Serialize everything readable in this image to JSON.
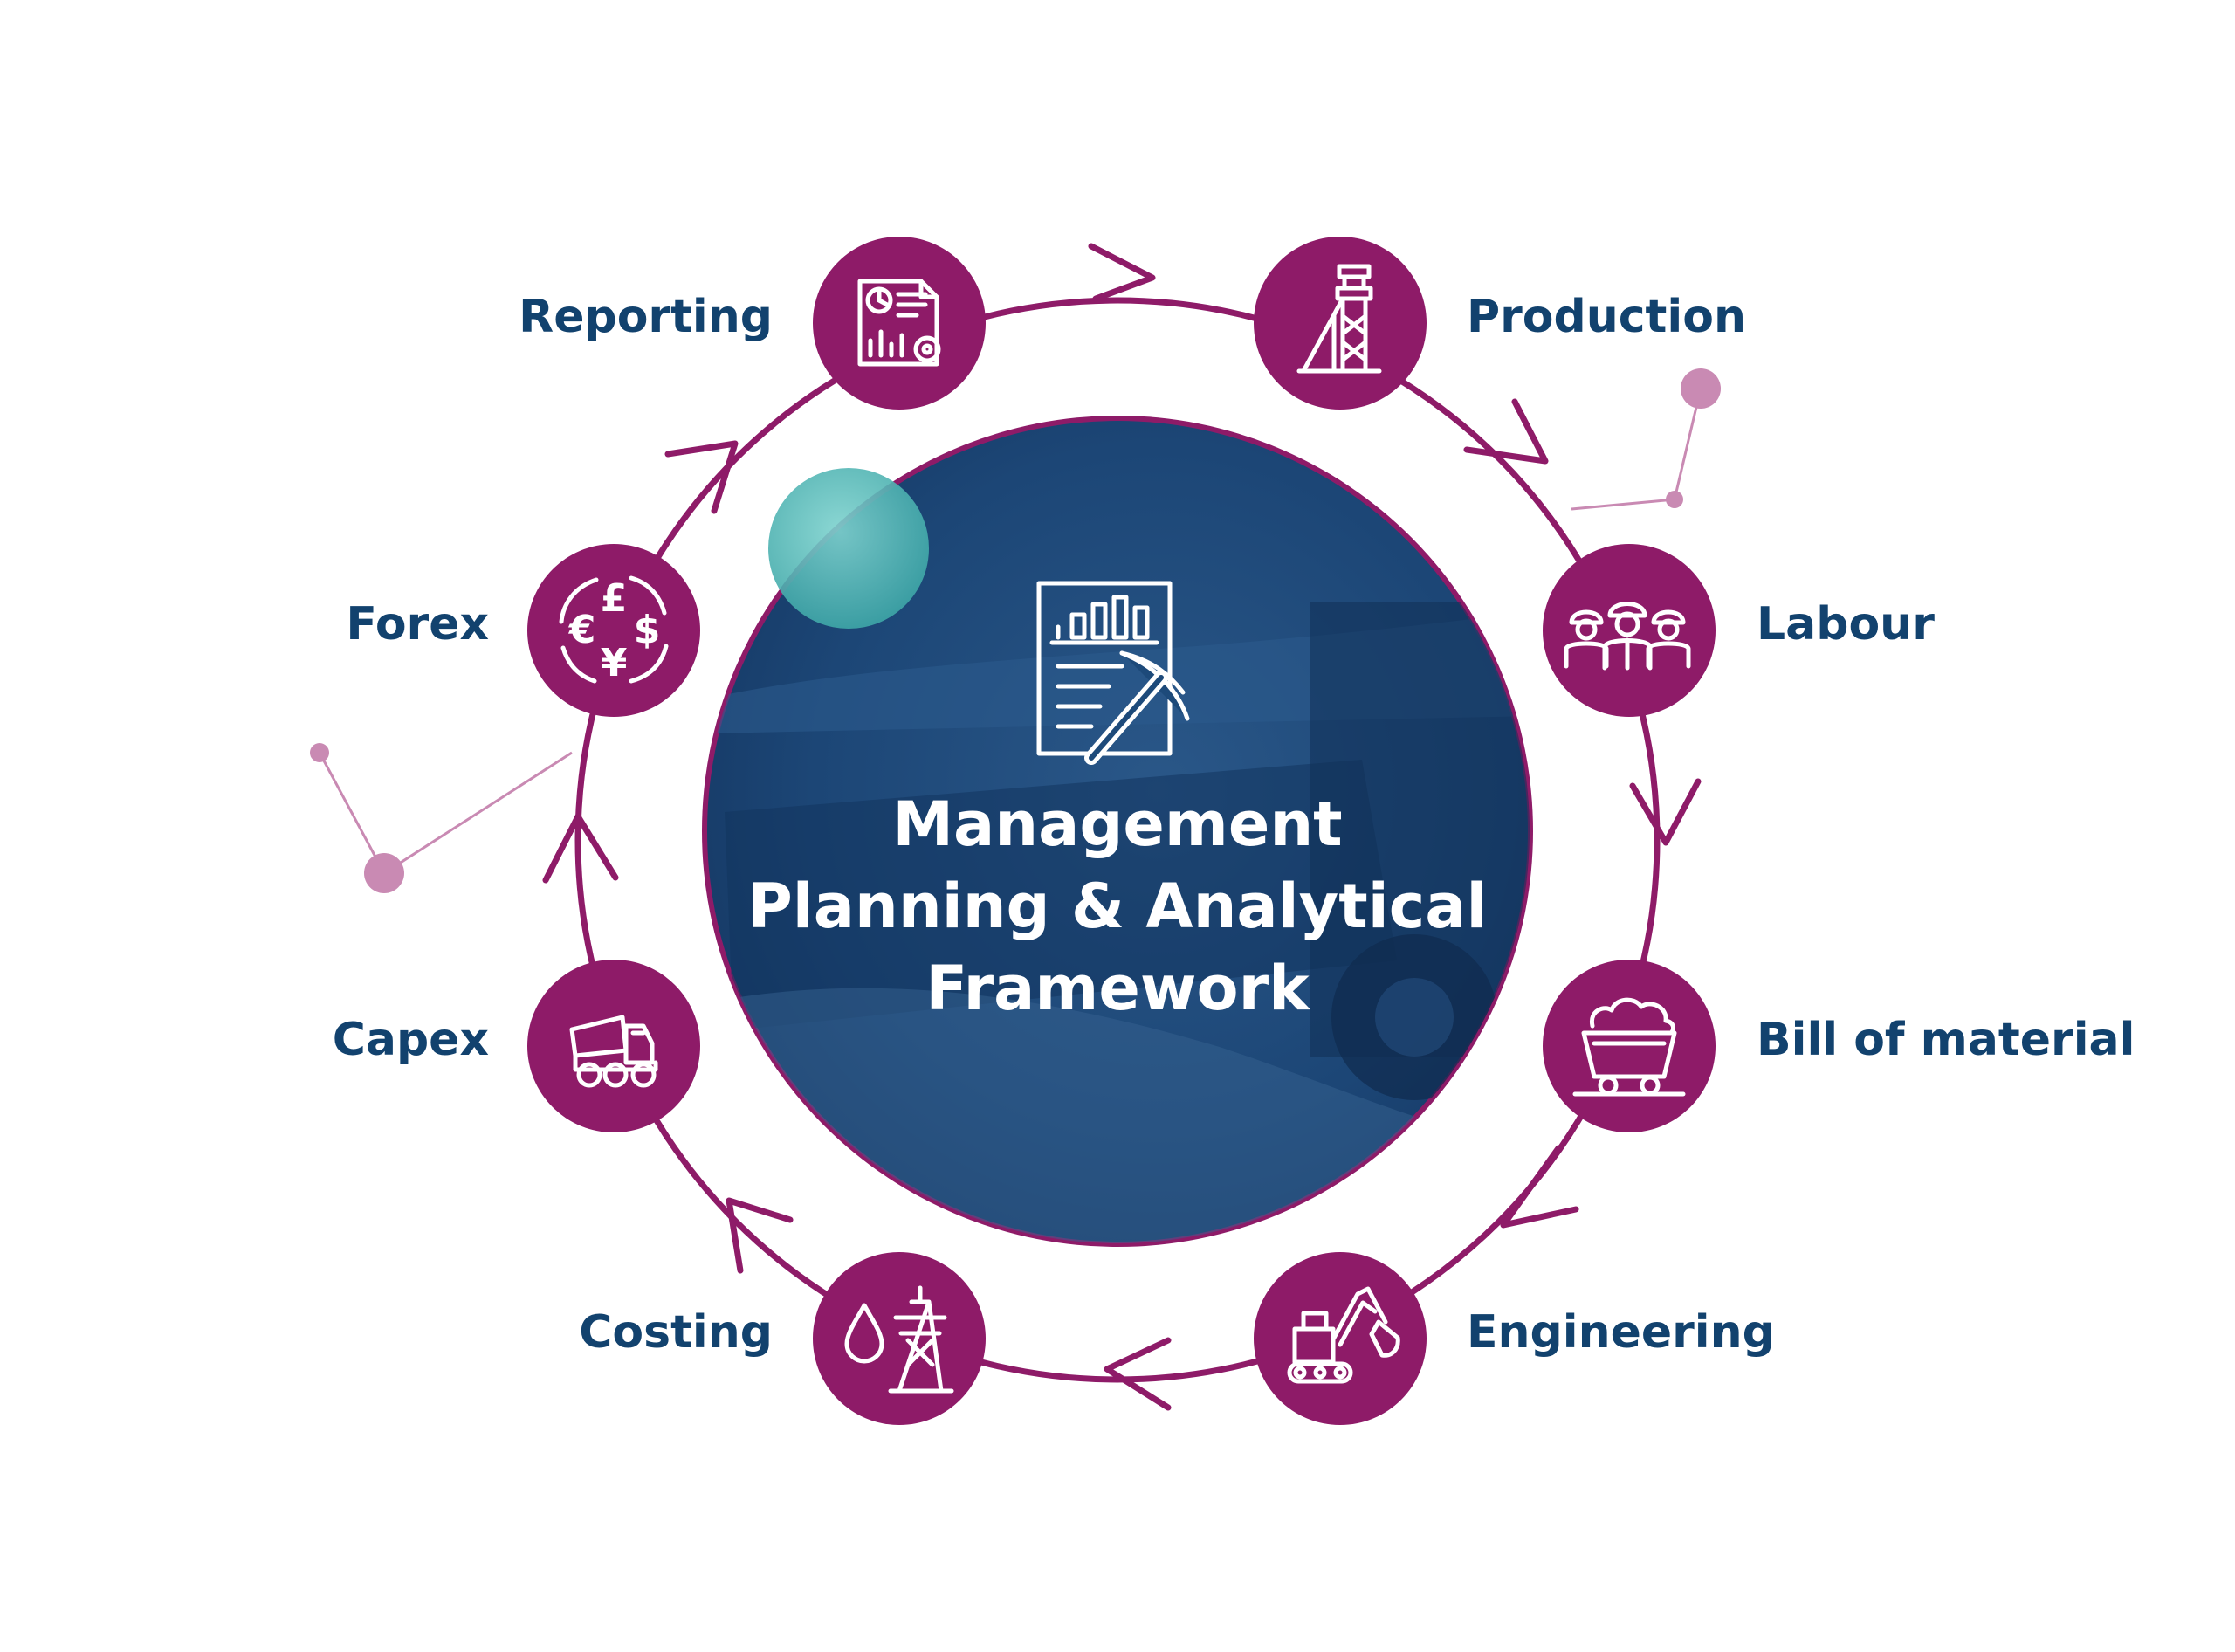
{
  "center": {
    "title_lines": [
      "Management",
      "Planning & Analytical",
      "Framework"
    ],
    "icon": "report-pickaxe-icon"
  },
  "nodes": [
    {
      "id": "reporting",
      "label": "Reporting",
      "icon": "report-chart-gear-icon"
    },
    {
      "id": "production",
      "label": "Production",
      "icon": "mine-headframe-icon"
    },
    {
      "id": "labour",
      "label": "Labour",
      "icon": "workers-helmets-icon"
    },
    {
      "id": "bill-of-material",
      "label": "Bill of material",
      "icon": "mine-cart-icon"
    },
    {
      "id": "engineering",
      "label": "Engineering",
      "icon": "excavator-icon"
    },
    {
      "id": "costing",
      "label": "Costing",
      "icon": "oil-drop-power-pylon-icon"
    },
    {
      "id": "capex",
      "label": "Capex",
      "icon": "dump-truck-icon"
    },
    {
      "id": "forex",
      "label": "Forex",
      "icon": "currency-exchange-icon"
    }
  ],
  "colors": {
    "accent": "#8e1b68",
    "text": "#12426e",
    "center_bg": "#1d4a7a",
    "teal": "#5bbcbc",
    "dot": "#c98ab3"
  }
}
